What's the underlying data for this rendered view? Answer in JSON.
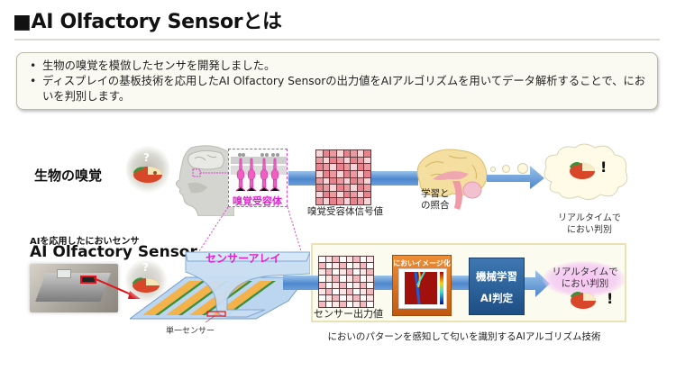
{
  "page": {
    "title": "■AI Olfactory Sensorとは"
  },
  "summary": {
    "bullets": [
      "生物の嗅覚を模倣したセンサを開発しました。",
      "ディスプレイの基板技術を応用したAI Olfactory Sensorの出力値をAIアルゴリズムを用いてデータ解析することで、においを判別します。"
    ]
  },
  "biological": {
    "heading": "生物の嗅覚",
    "question_mark": "?",
    "receptor_label": "嗅覚受容体",
    "signal_label": "嗅覚受容体信号値",
    "learning_label_line1": "学習と",
    "learning_label_line2": "の照合",
    "result_line1": "リアルタイムで",
    "result_line2": "におい判別",
    "exclaim": "!"
  },
  "sensor": {
    "subheading": "AIを応用したにおいセンサ",
    "heading": "AI Olfactory Sensor",
    "question_mark": "?",
    "array_label": "センサーアレイ",
    "single_sensor_label": "単一センサー",
    "output_label": "センサー出力値",
    "imaging_label": "においイメージ化",
    "ml_line1": "機械学習",
    "ml_line2": "AI判定",
    "result_line1": "リアルタイムで",
    "result_line2": "におい判別",
    "exclaim": "!",
    "caption": "においのパターンを感知して匂いを識別するAIアルゴリズム技術"
  },
  "colors": {
    "pipe_blue": "#4d87cc",
    "magenta_accent": "#e020d0",
    "ml_box_blue": "#1d4e84",
    "imaging_orange": "#d86a18",
    "grid_pink": "#f2b8bd"
  }
}
